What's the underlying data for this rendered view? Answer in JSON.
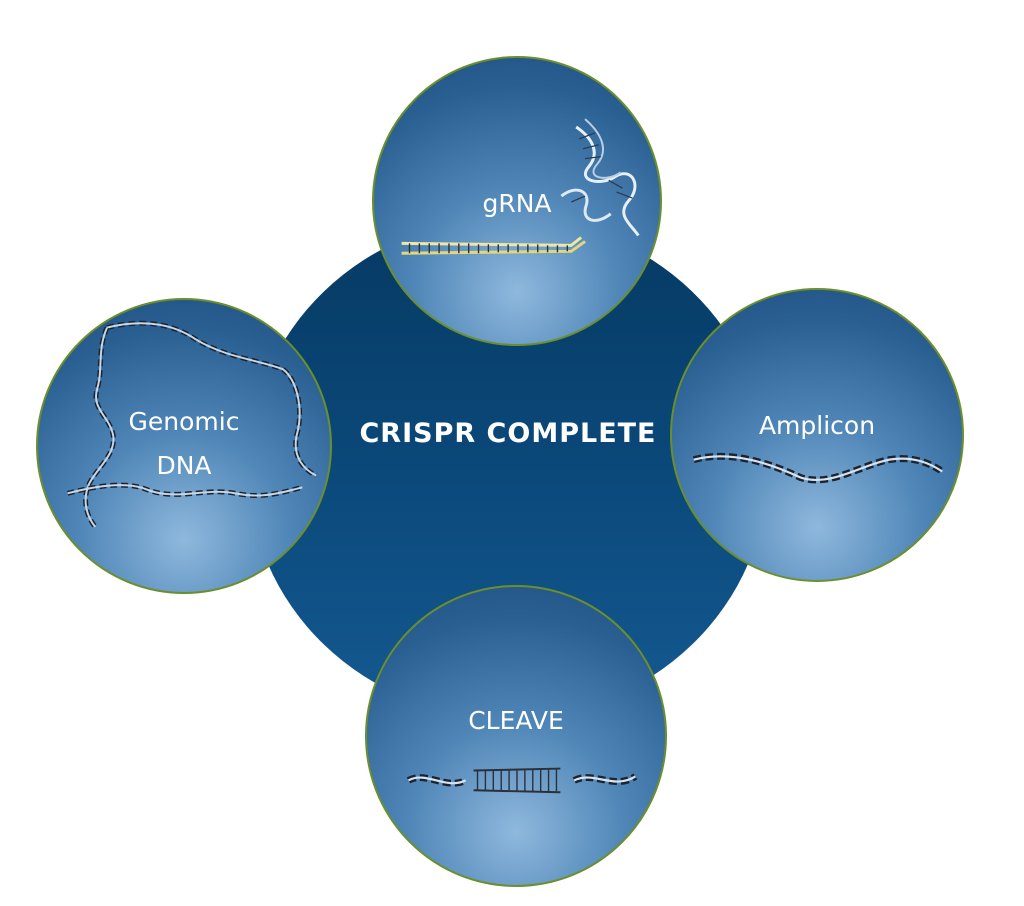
{
  "title": "CRISPR COMPLETE",
  "nodes": {
    "grna": {
      "label": "gRNA",
      "icon": "grna-icon"
    },
    "genomic_dna": {
      "label_line1": "Genomic",
      "label_line2": "DNA",
      "icon": "genomic-dna-icon"
    },
    "amplicon": {
      "label": "Amplicon",
      "icon": "amplicon-dna-icon"
    },
    "cleave": {
      "label": "CLEAVE",
      "icon": "cleaved-dna-icon"
    }
  },
  "colors": {
    "center": "#0b4a7c",
    "bubble": "#4f86b7",
    "bubble_border": "#6b8f2a",
    "text": "#ffffff"
  }
}
